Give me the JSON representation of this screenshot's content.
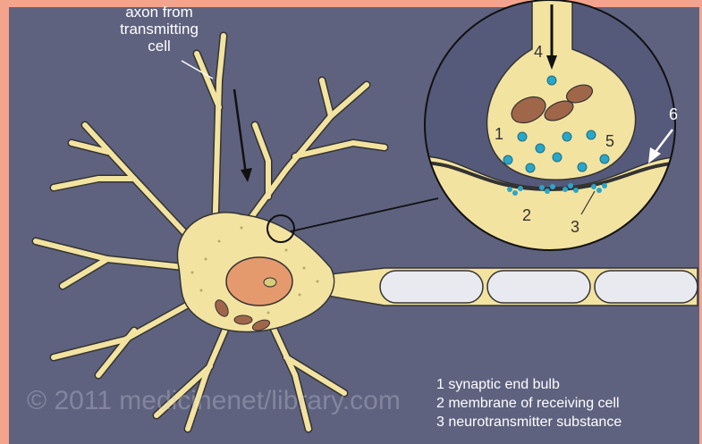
{
  "diagram": {
    "axon_label": [
      "axon from",
      "transmitting",
      "cell"
    ],
    "watermark": "© 2011 medicinenet/library.com",
    "callouts": {
      "n1": "1",
      "n2": "2",
      "n3": "3",
      "n4": "4",
      "n5": "5",
      "n6": "6"
    },
    "legend": [
      "1 synaptic end bulb",
      "2 membrane of receiving cell",
      "3 neurotransmitter substance"
    ],
    "colors": {
      "background": "#5e627f",
      "border": "#f4a48c",
      "cell_body": "#f3e3a0",
      "nucleus": "#e59a6e",
      "vesicle": "#2aa6c9",
      "myelin": "#e9eaf0"
    }
  }
}
